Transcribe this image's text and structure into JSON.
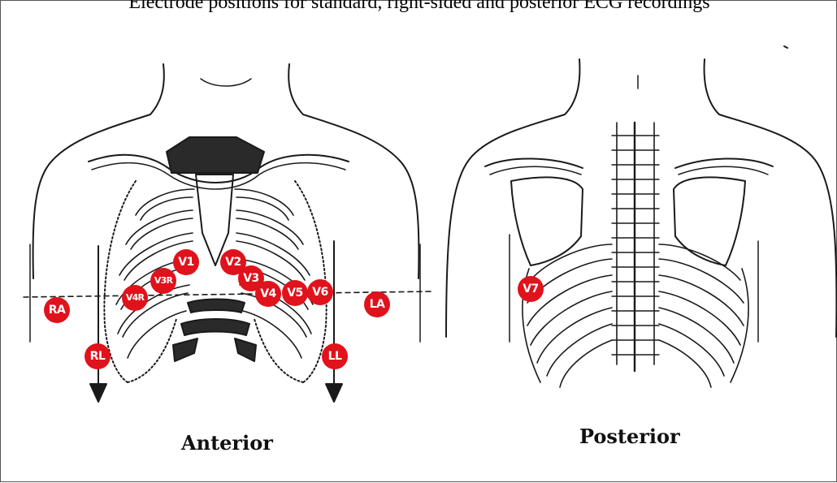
{
  "caption": "Electrode positions for standard, right-sided and posterior ECG recordings",
  "views": {
    "anterior": "Anterior",
    "posterior": "Posterior"
  },
  "leads": [
    "V1",
    "V2",
    "V3R",
    "V3",
    "V4R",
    "V4",
    "V5",
    "V6",
    "RA",
    "LA",
    "RL",
    "LL",
    "V7"
  ],
  "colors": {
    "electrode": "#e0121b",
    "electrode_text": "#ffffff",
    "ink": "#1a1a1a"
  }
}
